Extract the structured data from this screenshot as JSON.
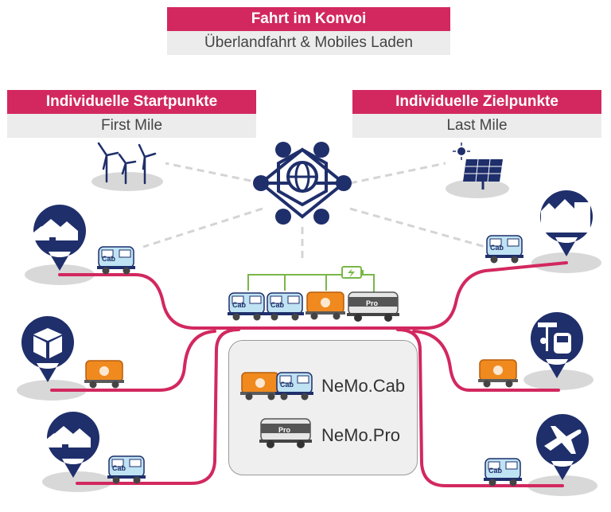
{
  "top": {
    "title": "Fahrt im Konvoi",
    "subtitle": "Überlandfahrt & Mobiles Laden"
  },
  "left": {
    "title": "Individuelle Startpunkte",
    "subtitle": "First Mile"
  },
  "right": {
    "title": "Individuelle Zielpunkte",
    "subtitle": "Last Mile"
  },
  "legend": {
    "cab": "NeMo.Cab",
    "pro": "NeMo.Pro"
  },
  "vehicle_labels": {
    "cab": "Cab",
    "pro": "Pro"
  },
  "colors": {
    "accent": "#d2285f",
    "navy": "#1f2f6b",
    "orange": "#f08a1e",
    "cab_blue": "#bfe3f3",
    "green": "#7ab648"
  },
  "icons": [
    "houses-icon",
    "package-icon",
    "wind-turbines-icon",
    "solar-panel-icon",
    "network-hub-icon",
    "townhouses-icon",
    "train-station-icon",
    "airplane-icon",
    "battery-charging-icon"
  ]
}
